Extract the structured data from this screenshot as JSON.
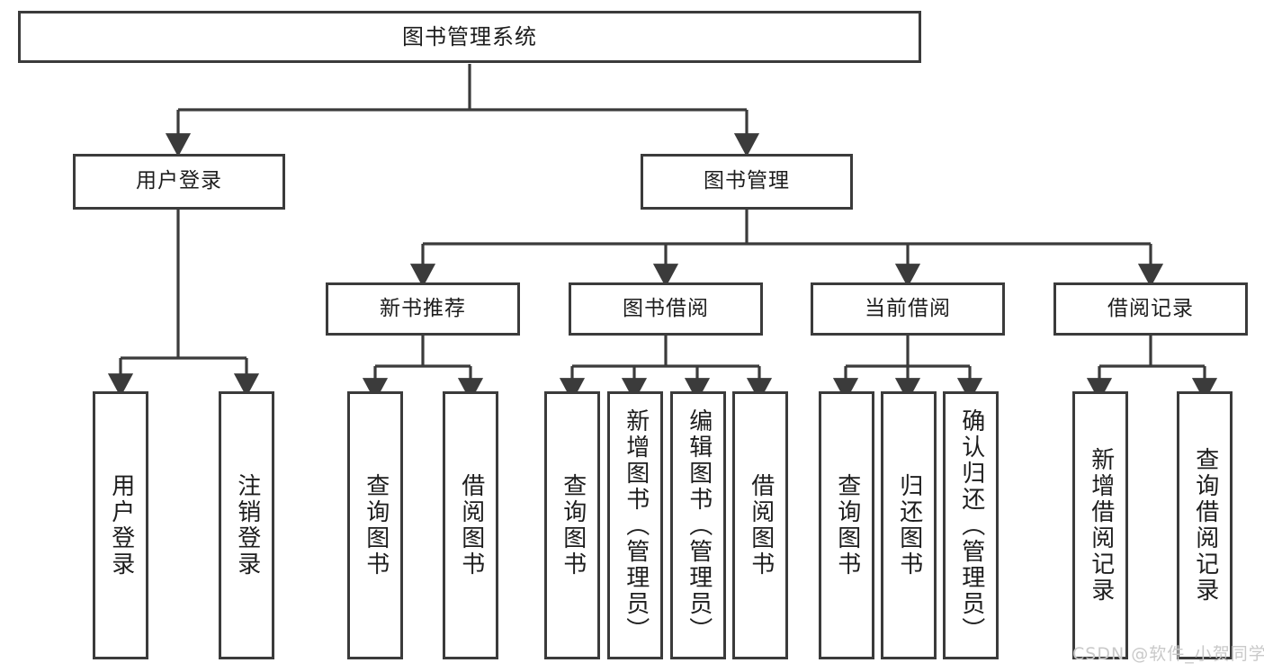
{
  "diagram": {
    "title": "图书管理系统",
    "type": "tree",
    "watermark": "CSDN @软件_小贺同学",
    "colors": {
      "box_border": "#3b3b3b",
      "box_fill": "#ffffff",
      "line": "#3b3b3b",
      "text": "#1d1d1d",
      "watermark": "#c9c9c9"
    },
    "root": {
      "label": "图书管理系统"
    },
    "level2": [
      {
        "label": "用户登录"
      },
      {
        "label": "图书管理"
      }
    ],
    "level3": [
      {
        "label": "新书推荐"
      },
      {
        "label": "图书借阅"
      },
      {
        "label": "当前借阅"
      },
      {
        "label": "借阅记录"
      }
    ],
    "leaves": {
      "user_login": [
        {
          "label": "用户登录"
        },
        {
          "label": "注销登录"
        }
      ],
      "new_book_recommend": [
        {
          "label": "查询图书"
        },
        {
          "label": "借阅图书"
        }
      ],
      "book_borrow": [
        {
          "label": "查询图书"
        },
        {
          "label": "新增图书（管理员）"
        },
        {
          "label": "编辑图书（管理员）"
        },
        {
          "label": "借阅图书"
        }
      ],
      "current_borrow": [
        {
          "label": "查询图书"
        },
        {
          "label": "归还图书"
        },
        {
          "label": "确认归还（管理员）"
        }
      ],
      "borrow_record": [
        {
          "label": "新增借阅记录"
        },
        {
          "label": "查询借阅记录"
        }
      ]
    }
  }
}
